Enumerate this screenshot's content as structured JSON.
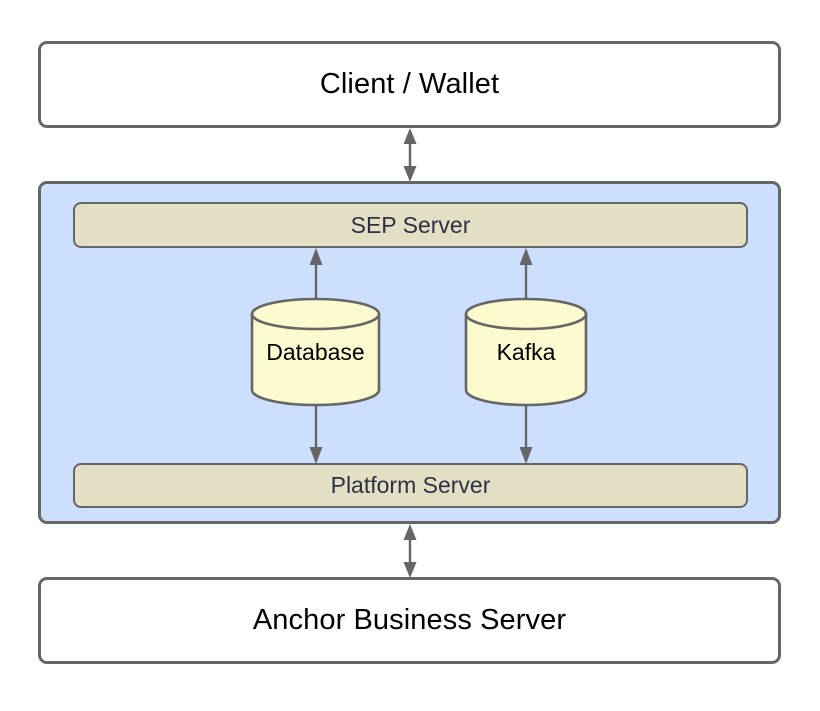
{
  "diagram": {
    "title": "Stellar Anchor Platform architecture",
    "type": "block-diagram",
    "background": "#ffffff",
    "colors": {
      "group_fill": "#cce0fd",
      "server_fill": "#e3dfc5",
      "cylinder_fill": "#fcfbcf",
      "stroke": "#666666",
      "outer_fill": "#ffffff",
      "server_text": "#2f3043",
      "outer_text": "#000000"
    },
    "nodes": {
      "client": {
        "label": "Client / Wallet",
        "shape": "rounded-rectangle",
        "fill": "#ffffff"
      },
      "group": {
        "label": "",
        "shape": "rounded-rectangle",
        "fill": "#cce0fd"
      },
      "sep_server": {
        "label": "SEP Server",
        "shape": "rounded-rectangle",
        "fill": "#e3dfc5"
      },
      "database": {
        "label": "Database",
        "shape": "cylinder",
        "fill": "#fcfbcf"
      },
      "kafka": {
        "label": "Kafka",
        "shape": "cylinder",
        "fill": "#fcfbcf"
      },
      "platform_server": {
        "label": "Platform Server",
        "shape": "rounded-rectangle",
        "fill": "#e3dfc5"
      },
      "anchor": {
        "label": "Anchor Business Server",
        "shape": "rounded-rectangle",
        "fill": "#ffffff"
      }
    },
    "edges": [
      {
        "from": "client",
        "to": "group",
        "direction": "bidirectional",
        "style": "solid",
        "label": ""
      },
      {
        "from": "database",
        "to": "sep_server",
        "direction": "up",
        "style": "solid",
        "label": ""
      },
      {
        "from": "kafka",
        "to": "sep_server",
        "direction": "up",
        "style": "solid",
        "label": ""
      },
      {
        "from": "database",
        "to": "platform_server",
        "direction": "down",
        "style": "solid",
        "label": ""
      },
      {
        "from": "kafka",
        "to": "platform_server",
        "direction": "down",
        "style": "solid",
        "label": ""
      },
      {
        "from": "group",
        "to": "anchor",
        "direction": "bidirectional",
        "style": "solid",
        "label": ""
      }
    ]
  }
}
